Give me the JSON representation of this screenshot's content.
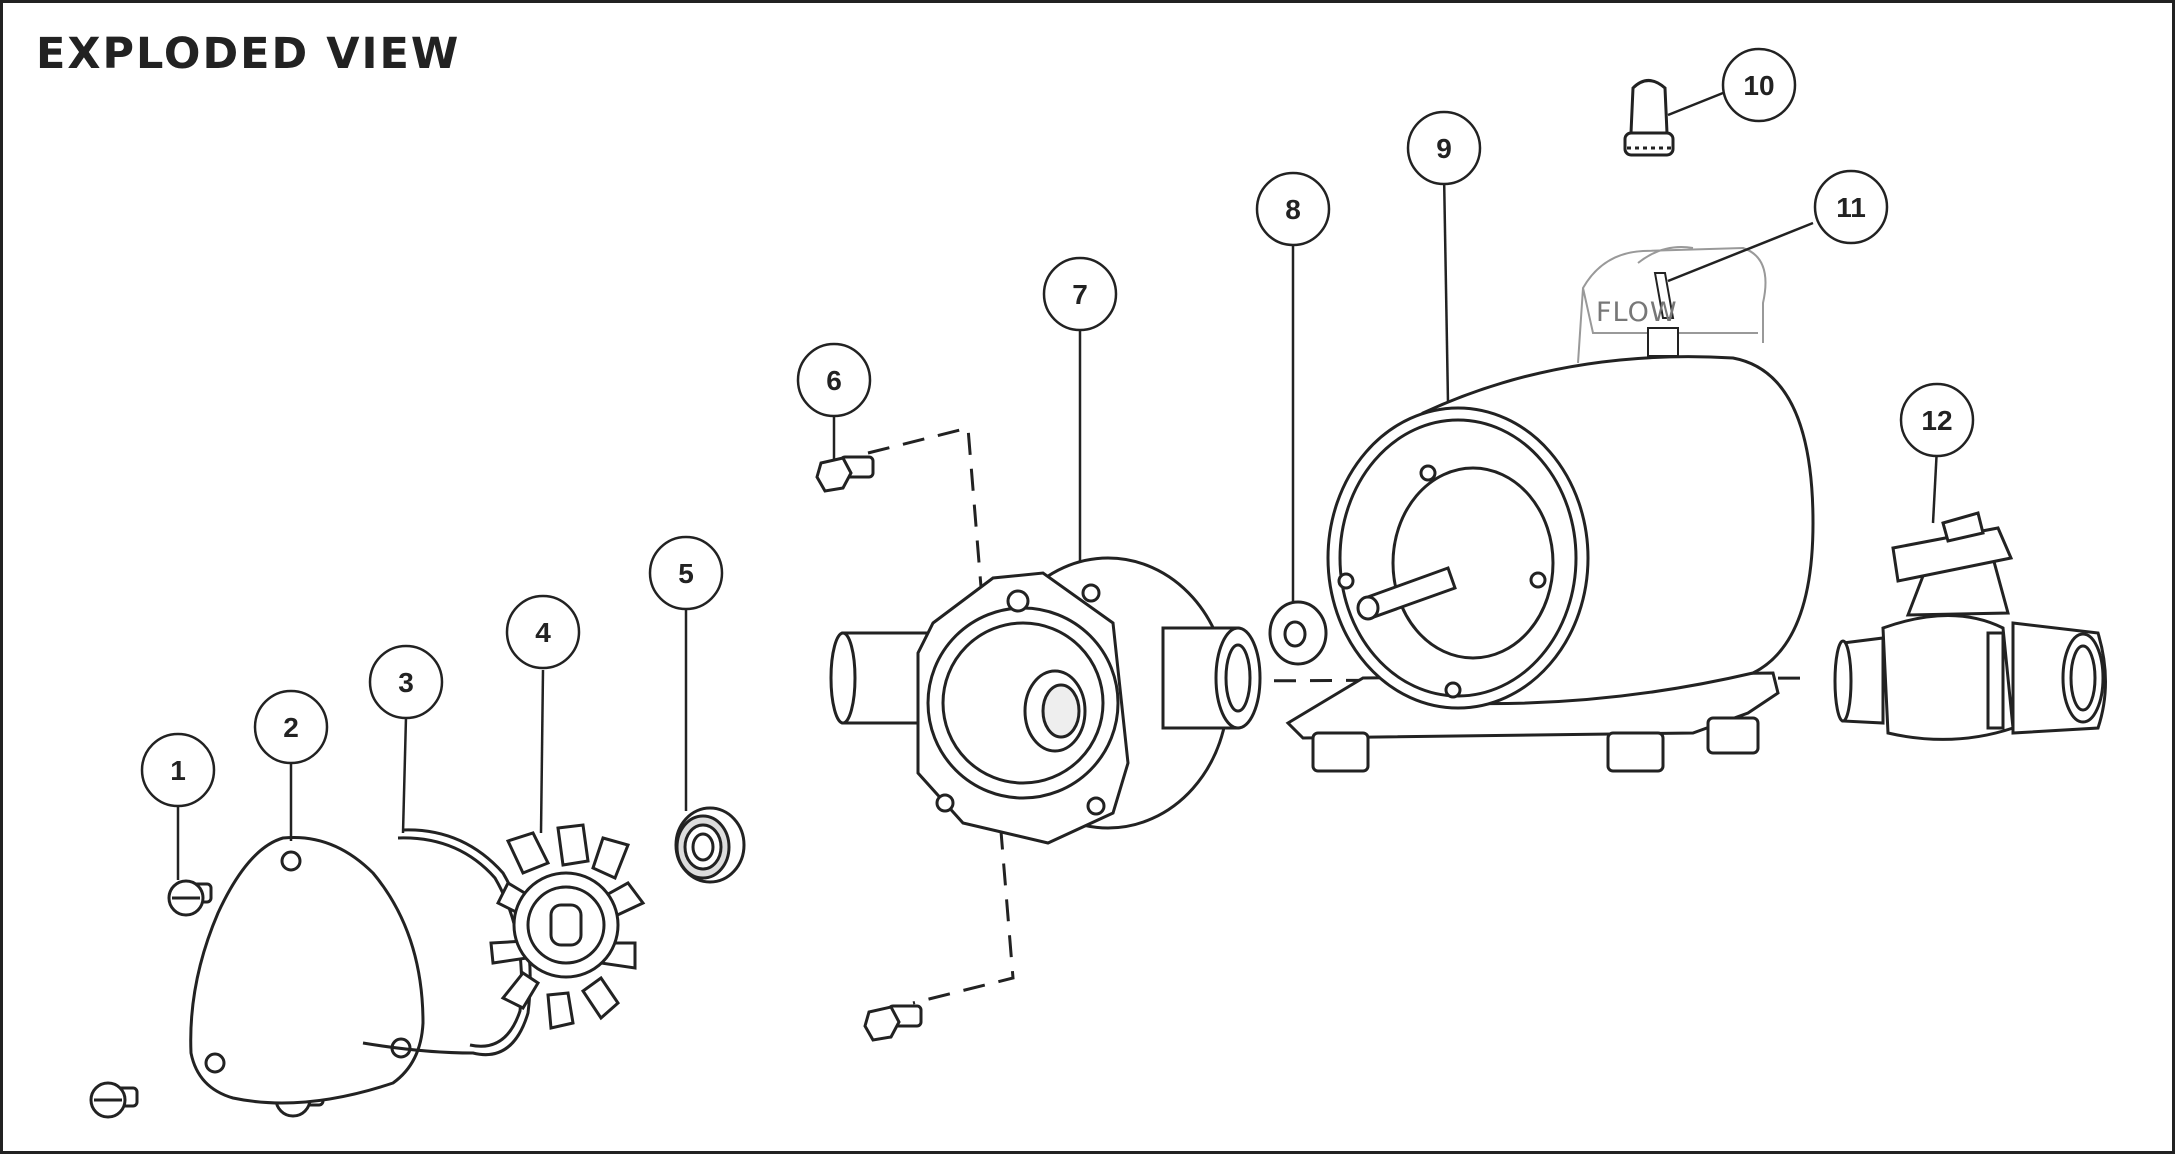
{
  "title": "EXPLODED VIEW",
  "flow_label": "FLOW",
  "callouts": [
    {
      "number": "1"
    },
    {
      "number": "2"
    },
    {
      "number": "3"
    },
    {
      "number": "4"
    },
    {
      "number": "5"
    },
    {
      "number": "6"
    },
    {
      "number": "7"
    },
    {
      "number": "8"
    },
    {
      "number": "9"
    },
    {
      "number": "10"
    },
    {
      "number": "11"
    },
    {
      "number": "12"
    }
  ],
  "colors": {
    "line": "#222222",
    "faint": "#888888",
    "background": "#ffffff"
  }
}
